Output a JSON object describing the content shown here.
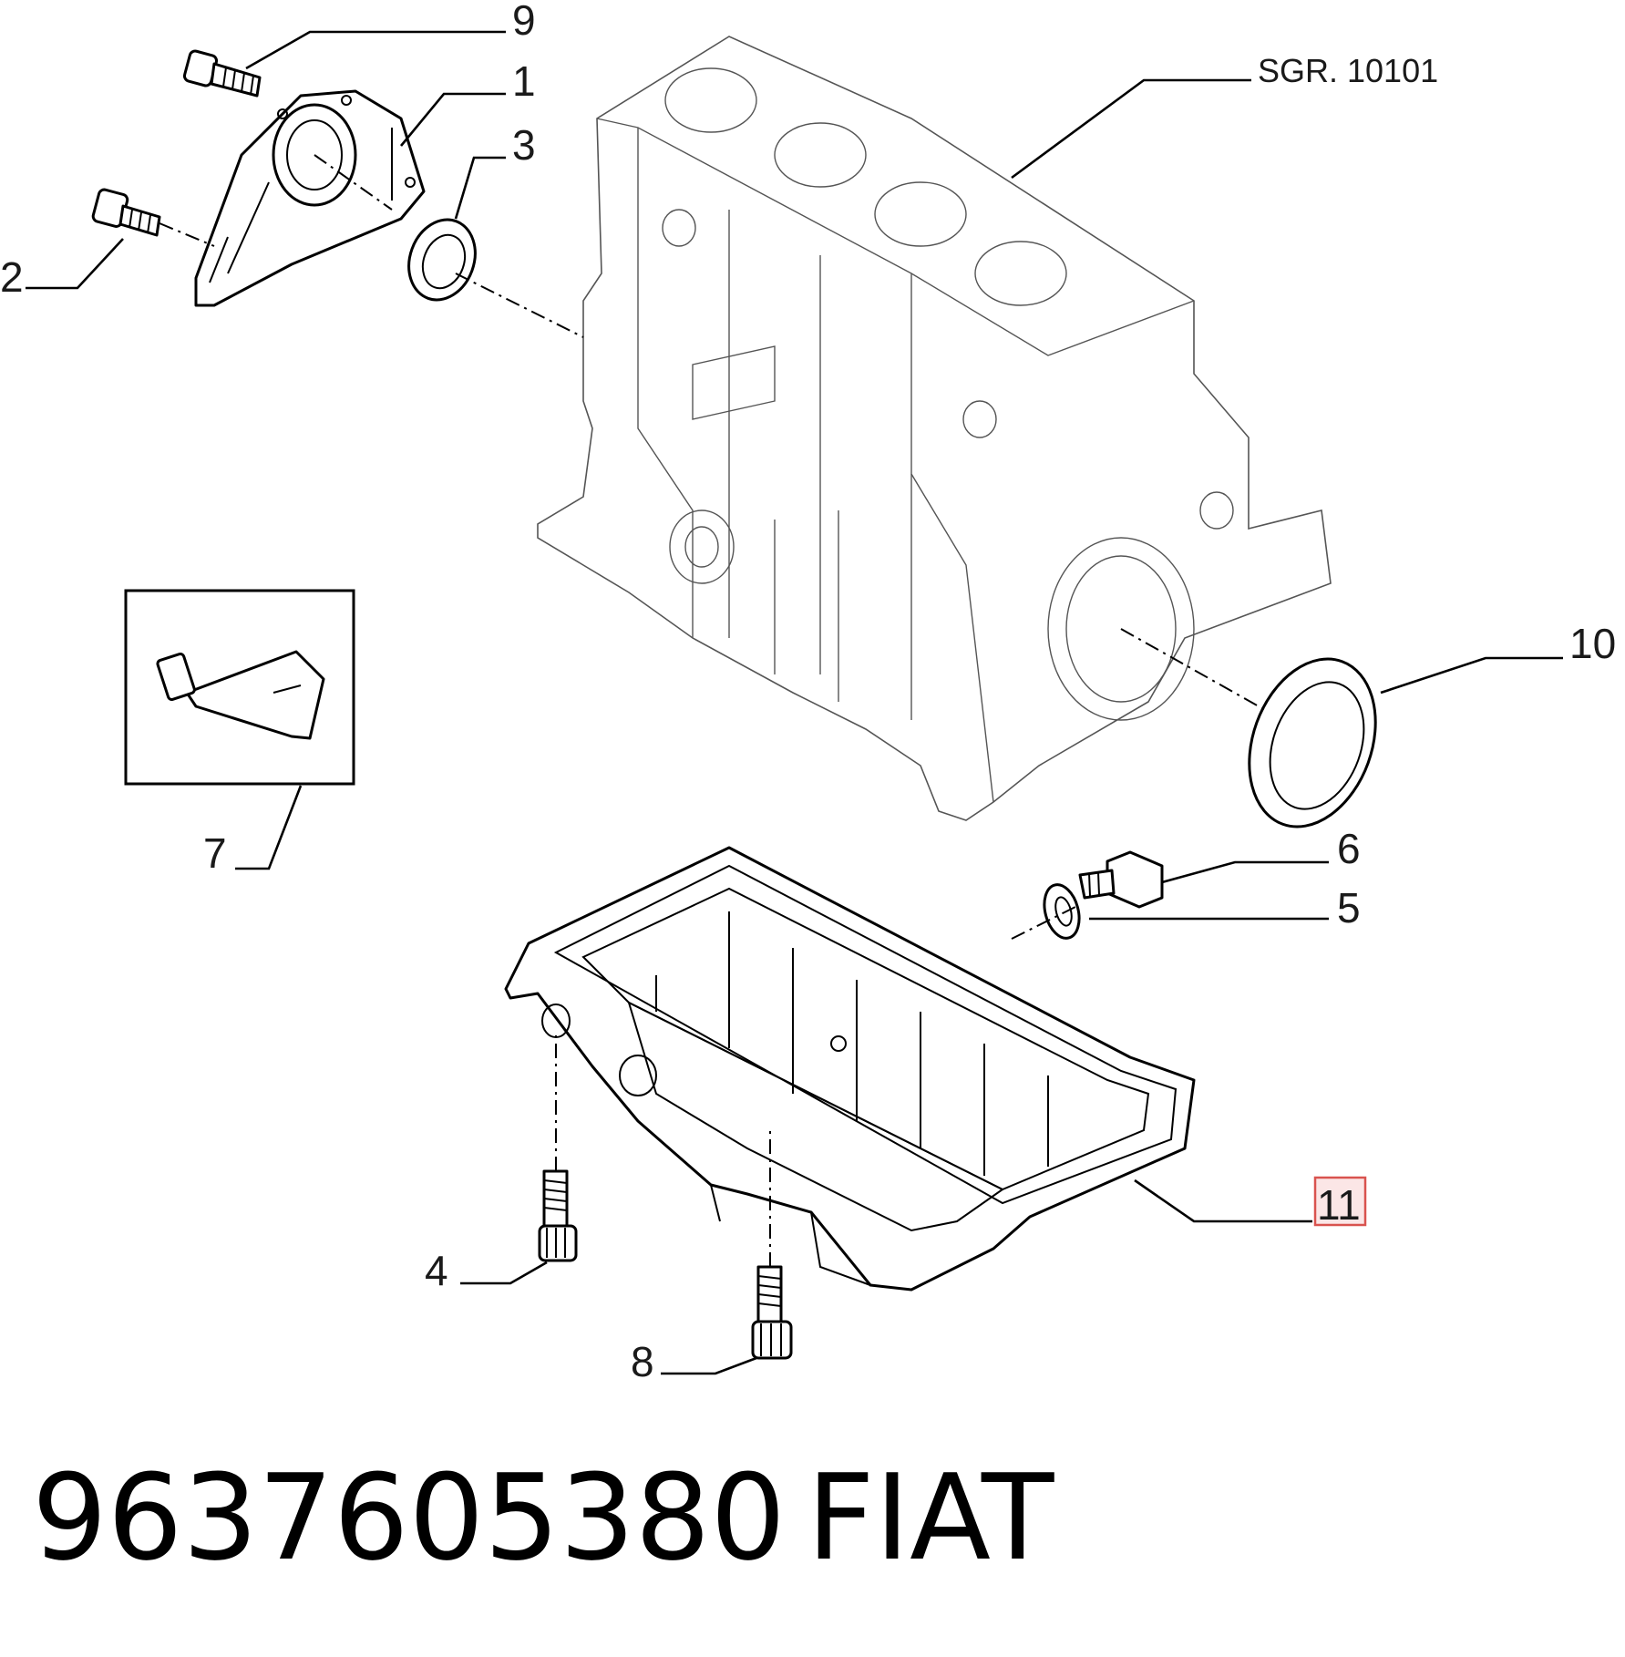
{
  "diagram": {
    "reference": "SGR. 10101",
    "callouts": [
      "9",
      "1",
      "3",
      "2",
      "10",
      "7",
      "6",
      "5",
      "11",
      "4",
      "8"
    ],
    "highlighted_callout": "11"
  },
  "footer": {
    "part_number": "9637605380",
    "brand": "FIAT"
  }
}
